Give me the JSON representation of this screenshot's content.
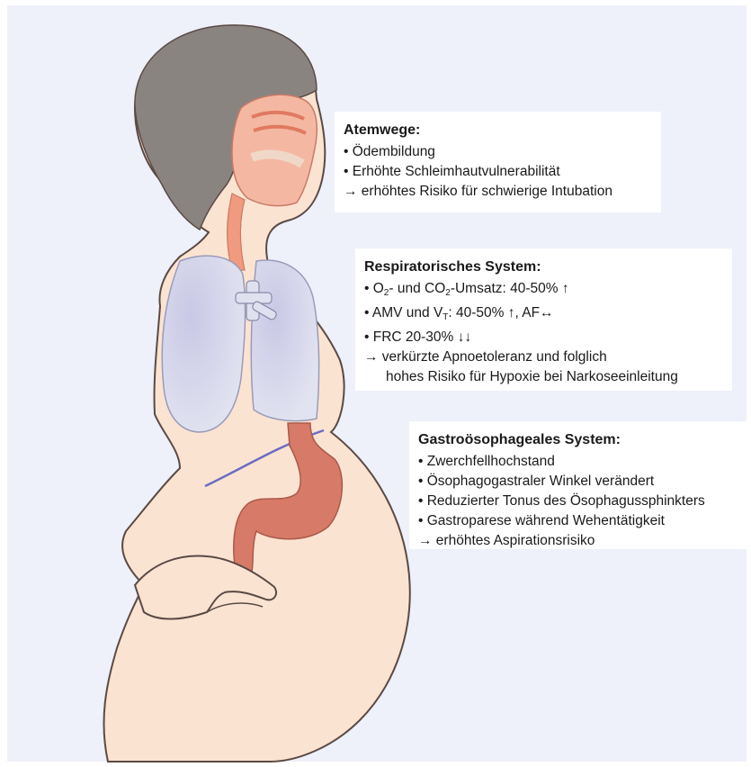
{
  "colors": {
    "background": "#eef0fa",
    "skin": "#fbe3d2",
    "outline": "#5a4a44",
    "hair": "#8a8480",
    "lung": "#d8d9ec",
    "stomach": "#d87a68",
    "airway": "#f09a7f"
  },
  "illustration": {
    "icons": [
      "pregnant-woman-figure-icon",
      "hair-icon",
      "airway-icon",
      "trachea-icon",
      "lungs-icon",
      "bronchi-icon",
      "stomach-icon",
      "hand-icon"
    ]
  },
  "airway": {
    "title": "Atemwege:",
    "items": [
      "• Ödembildung",
      "• Erhöhte Schleimhautvulnerabilität",
      "→ erhöhtes Risiko für schwierige Intubation"
    ]
  },
  "respiratory": {
    "title": "Respiratorisches System:",
    "line1": {
      "a": "• O",
      "sub1": "2",
      "b": "- und CO",
      "sub2": "2",
      "c": "-Umsatz: 40-50% ↑"
    },
    "line2": {
      "a": "• AMV und V",
      "sub": "T",
      "b": ": 40-50% ↑, AF↔"
    },
    "line3": "• FRC 20-30% ↓↓",
    "line4": "→ verkürzte Apnoetoleranz und folglich",
    "line5": "hohes Risiko für Hypoxie bei Narkoseeinleitung"
  },
  "gastro": {
    "title": "Gastroösophageales System:",
    "items": [
      "• Zwerchfellhochstand",
      "• Ösophagogastraler Winkel verändert",
      "• Reduzierter Tonus des Ösophagussphinkters",
      "• Gastroparese während Wehentätigkeit",
      "→ erhöhtes Aspirationsrisiko"
    ]
  }
}
